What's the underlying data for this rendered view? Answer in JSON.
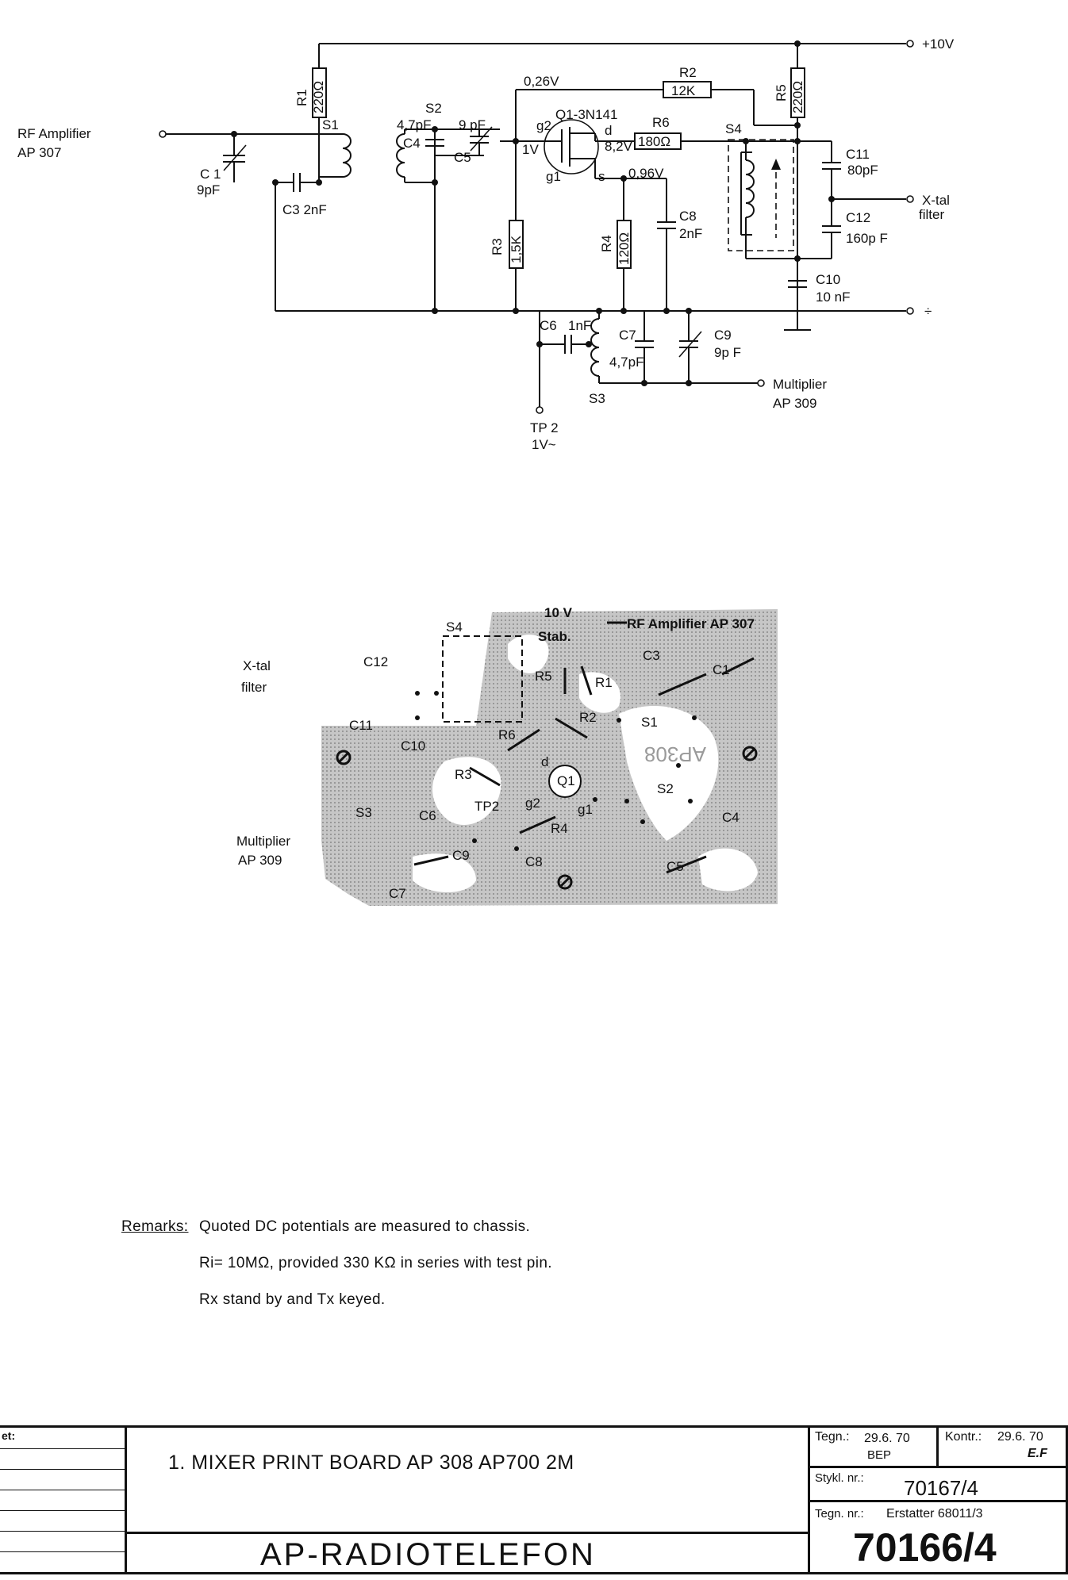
{
  "schematic": {
    "components": {
      "r1": "R1",
      "r1_val": "220Ω",
      "r2": "R2",
      "r2_val": "12K",
      "r3": "R3",
      "r3_val": "1,5K",
      "r4": "R4",
      "r4_val": "120Ω",
      "r5": "R5",
      "r5_val": "220Ω",
      "r6": "R6",
      "r6_val": "180Ω",
      "c1": "C 1",
      "c1_val": "9pF",
      "c3": "C3 2nF",
      "c4": "C4",
      "c4_val": "4,7pF",
      "c5": "C5",
      "c5_val": "9 pF",
      "c6": "C6",
      "c6_val": "1nF",
      "c7": "C7",
      "c7_val": "4,7pF",
      "c8": "C8",
      "c8_val": "2nF",
      "c9": "C9",
      "c9_val": "9p F",
      "c10": "C10",
      "c10_val": "10 nF",
      "c11": "C11",
      "c11_val": "80pF",
      "c12": "C12",
      "c12_val": "160p F",
      "s1": "S1",
      "s2": "S2",
      "s3": "S3",
      "s4": "S4",
      "q1": "Q1-3N141",
      "pin_g2": "g2",
      "pin_g1": "g1",
      "pin_d": "d",
      "pin_s": "s"
    },
    "voltages": {
      "v_g2_bus": "0,26V",
      "v_g2": "1V",
      "v_drain": "8,2V",
      "v_source": "0,96V"
    },
    "terminals": {
      "supply": "+10V",
      "ground": "÷",
      "rf_in_line1": "RF Amplifier",
      "rf_in_line2": "AP 307",
      "xtal_line1": "X-tal",
      "xtal_line2": "filter",
      "mult_line1": "Multiplier",
      "mult_line2": "AP 309",
      "tp2": "TP 2",
      "tp2_volt": "1V~"
    }
  },
  "board": {
    "board_number": "AP308",
    "xtal_line1": "X-tal",
    "xtal_line2": "filter",
    "mult_line1": "Multiplier",
    "mult_line2": "AP 309",
    "supply_line1": "10 V",
    "supply_line2": "Stab.",
    "rf_label": "RF Amplifier AP 307",
    "labels": [
      "S4",
      "C12",
      "C11",
      "C10",
      "R5",
      "R1",
      "C3",
      "C1",
      "R6",
      "R2",
      "S1",
      "R3",
      "TP2",
      "Q1",
      "d",
      "g2",
      "g1",
      "S2",
      "S3",
      "C6",
      "C4",
      "R4",
      "C8",
      "C9",
      "C7",
      "C5"
    ]
  },
  "remarks": {
    "heading": "Remarks:",
    "line1": "Quoted  DC potentials are measured to chassis.",
    "line2": "Ri= 10MΩ,  provided  330 KΩ in series with  test pin.",
    "line3": "Rx  stand by and  Tx keyed."
  },
  "title_block": {
    "left_header": "et:",
    "title": "1.  MIXER    PRINT   BOARD  AP  308   AP700    2M",
    "company": "AP-RADIOTELEFON",
    "drawn_label": "Tegn.:",
    "drawn_date": "29.6. 70",
    "drawn_by": "BEP",
    "checked_label": "Kontr.:",
    "checked_date": "29.6. 70",
    "checked_by": "E.F",
    "parts_label": "Stykl. nr.:",
    "parts_number": "70167/4",
    "drawing_label": "Tegn. nr.:",
    "replaces": "Erstatter 68011/3",
    "drawing_number": "70166/4"
  }
}
